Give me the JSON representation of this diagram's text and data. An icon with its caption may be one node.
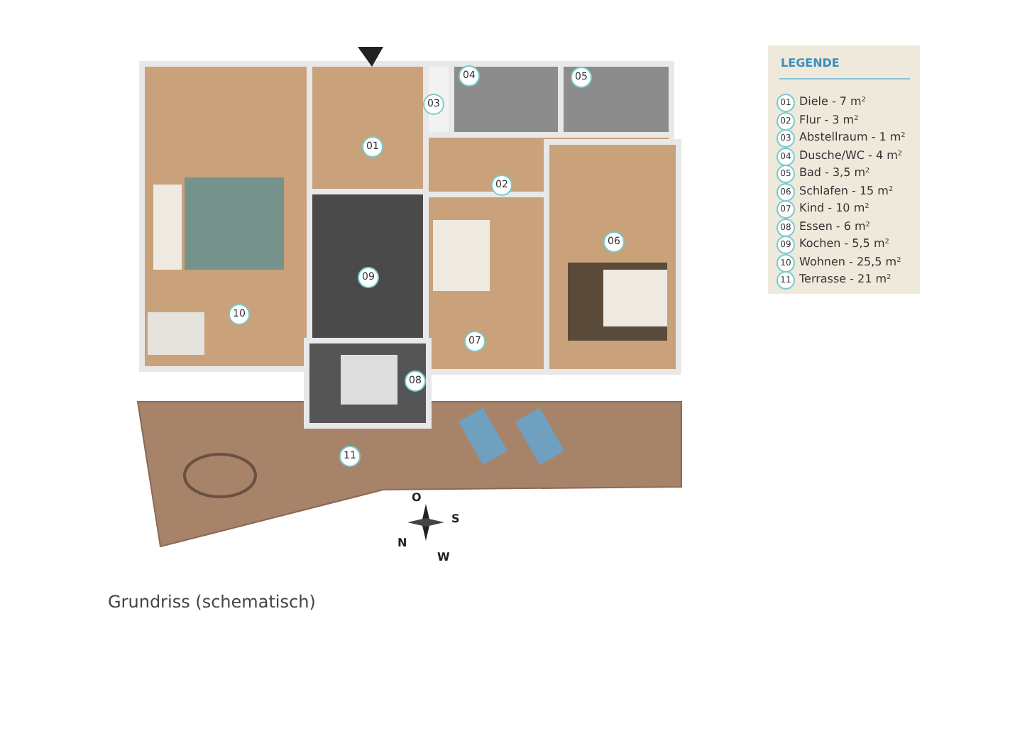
{
  "diagram": {
    "caption": "Grundriss (schematisch)",
    "labels": [
      "04",
      "05",
      "03",
      "01",
      "02",
      "06",
      "09",
      "10",
      "07",
      "08",
      "11",
      "O",
      "S",
      "N",
      "W",
      "LEGENDE",
      "01",
      "02",
      "03",
      "04",
      "05",
      "06",
      "07",
      "08",
      "09",
      "10",
      "11"
    ],
    "legend": [
      {
        "text": "Diele - 7 m²"
      },
      {
        "text": "Flur - 3 m²"
      },
      {
        "text": "Abstellraum - 1 m²"
      },
      {
        "text": "Dusche/WC - 4 m²"
      },
      {
        "text": "Bad - 3,5 m²"
      },
      {
        "text": "Schlafen - 15 m²"
      },
      {
        "text": "Kind - 10 m²"
      },
      {
        "text": "Essen - 6 m²"
      },
      {
        "text": "Kochen - 5,5 m²"
      },
      {
        "text": "Wohnen - 25,5 m²"
      },
      {
        "text": "Terrasse - 21 m²"
      }
    ]
  }
}
